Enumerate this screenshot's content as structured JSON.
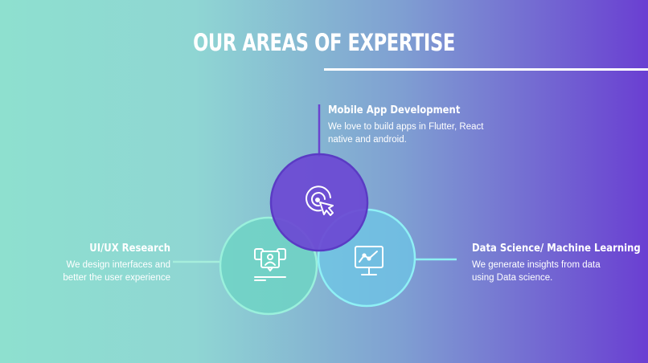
{
  "title": "OUR AREAS OF EXPERTISE",
  "areas": [
    {
      "heading": "Mobile App Development",
      "description_lines": [
        "We love to build apps in Flutter, React",
        "native and android."
      ],
      "icon": "target-cursor-icon"
    },
    {
      "heading": "UI/UX Research",
      "description_lines": [
        "We design interfaces and",
        "better the user experience"
      ],
      "icon": "user-research-icon"
    },
    {
      "heading": "Data Science/ Machine Learning",
      "description_lines": [
        "We generate insights from data",
        "using Data science."
      ],
      "icon": "analytics-monitor-icon"
    }
  ],
  "colors": {
    "circle_mobile": "#6b48d2",
    "circle_uiux": "#6fd3c4",
    "circle_data": "#6cc8e6",
    "ring_mobile": "#5a3bc4",
    "ring_uiux": "#9af0dc",
    "ring_data": "#8ff0f5"
  }
}
